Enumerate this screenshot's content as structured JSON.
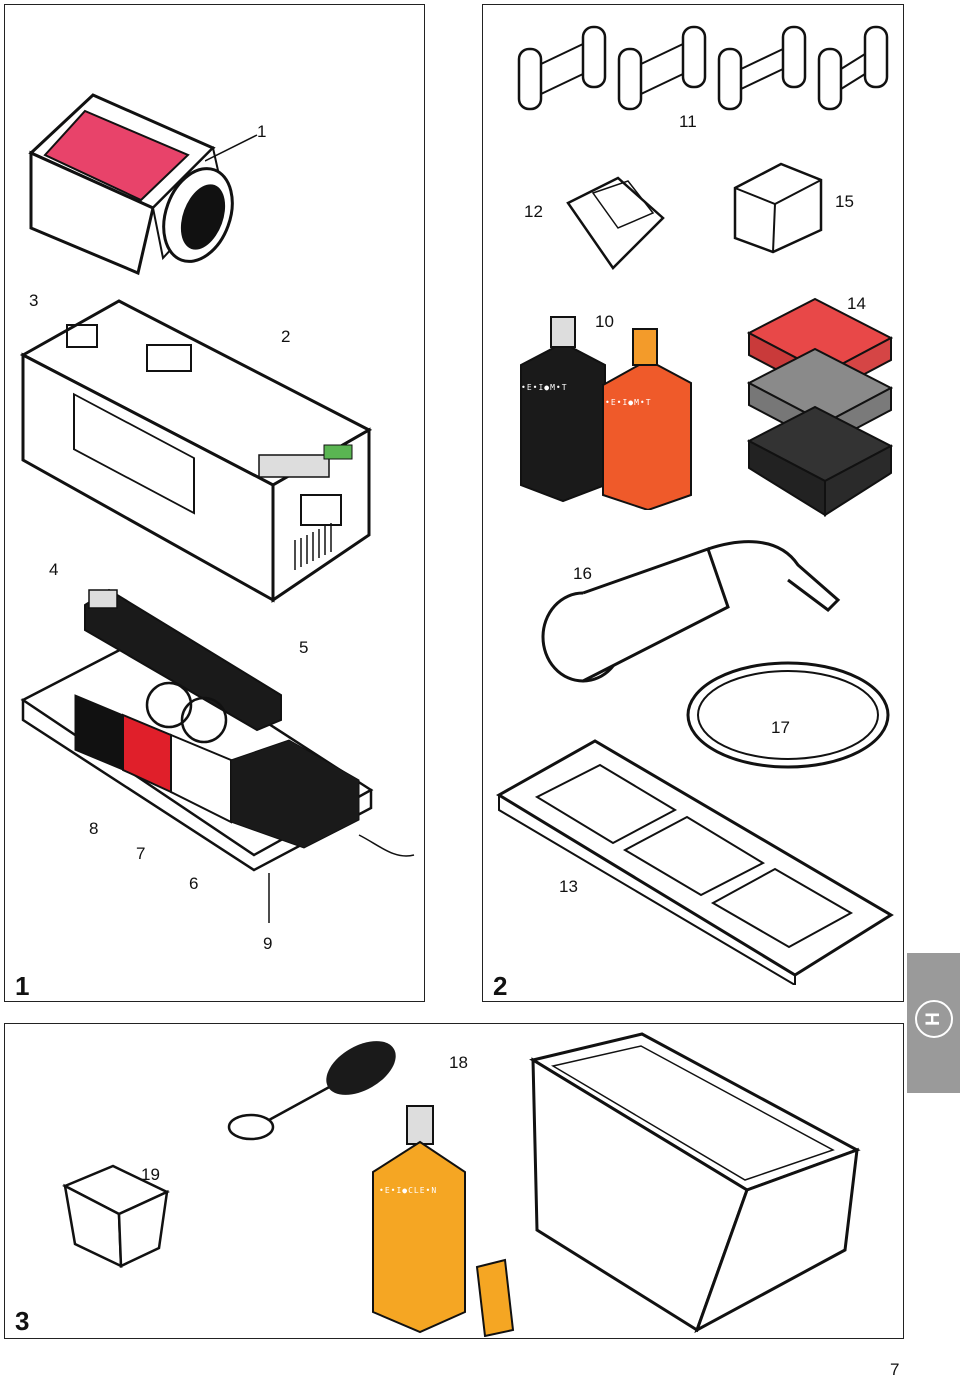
{
  "panels": [
    {
      "number": "1"
    },
    {
      "number": "2"
    },
    {
      "number": "3"
    }
  ],
  "callouts": {
    "c1": "1",
    "c2": "2",
    "c3": "3",
    "c4": "4",
    "c5": "5",
    "c6": "6",
    "c7": "7",
    "c8": "8",
    "c9": "9",
    "c10": "10",
    "c11": "11",
    "c12": "12",
    "c13": "13",
    "c14": "14",
    "c15": "15",
    "c16": "16",
    "c17": "17",
    "c18": "18",
    "c19": "19"
  },
  "labels": {
    "bottle_black": "•E•I●M•T",
    "bottle_red": "•E•I●M•T",
    "bottle_orange": "•E•I●CLE•N"
  },
  "side_tab": {
    "label": "H"
  },
  "page_number": "7",
  "colors": {
    "filter_magenta": "#e8436a",
    "red_block": "#e84848",
    "grey_block": "#8a8a8a",
    "dark_block": "#333333",
    "chem_red": "#ef5a2a",
    "chem_orange": "#f5a623",
    "tray_red": "#e01f2a",
    "tab_grey": "#9a9a9a"
  }
}
